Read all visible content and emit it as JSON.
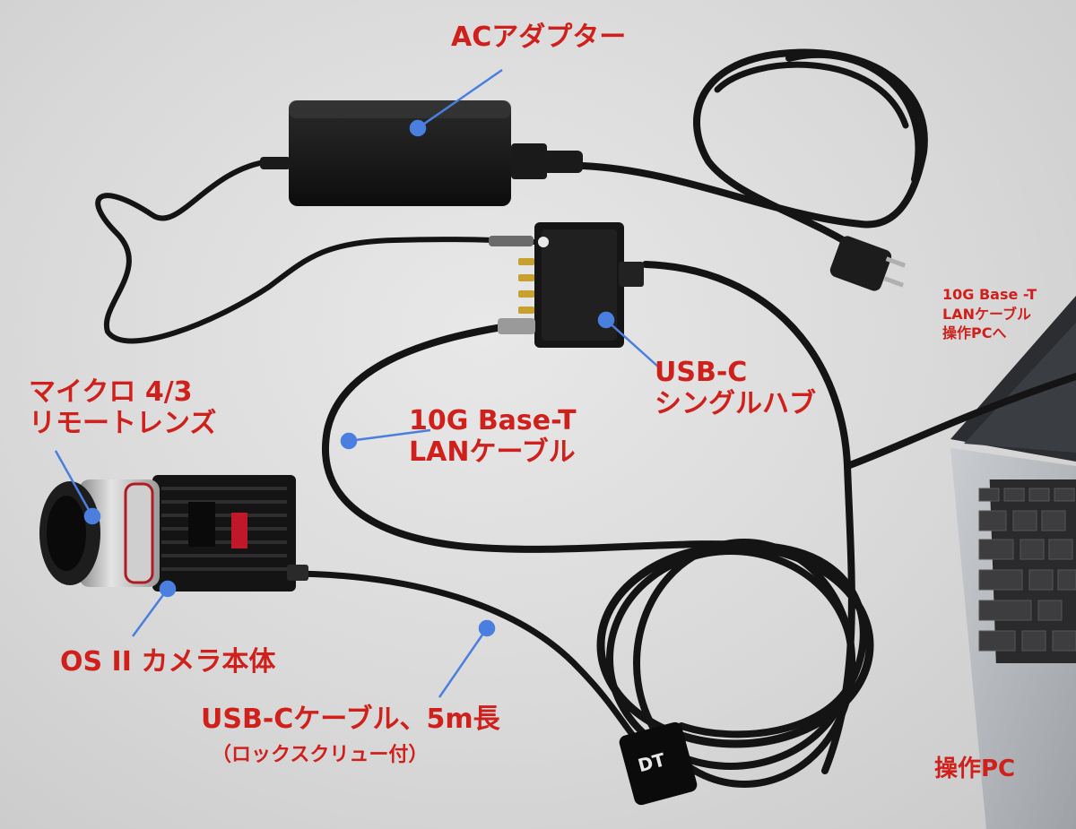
{
  "labels": {
    "ac_adapter": "ACアダプター",
    "usb_hub_line1": "USB-C",
    "usb_hub_line2": "シングルハブ",
    "lan_cable_line1": "10G Base-T",
    "lan_cable_line2": "LANケーブル",
    "lens_line1": "マイクロ 4/3",
    "lens_line2": "リモートレンズ",
    "camera_body": "OS II カメラ本体",
    "usb_cable": "USB-Cケーブル、5m長",
    "usb_cable_note": "（ロックスクリュー付）",
    "lan_to_pc_line1": "10G Base -T",
    "lan_to_pc_line2": "LANケーブル",
    "lan_to_pc_line3": "操作PCへ",
    "operation_pc": "操作PC"
  },
  "colors": {
    "label_text": "#d0201c",
    "pointer": "#4a7fe0",
    "background": "#dcdcdc",
    "device_black": "#1a1a1a",
    "laptop_silver": "#b8bcc0"
  },
  "icons": {
    "pointer_dot": "pointer-dot-icon"
  }
}
